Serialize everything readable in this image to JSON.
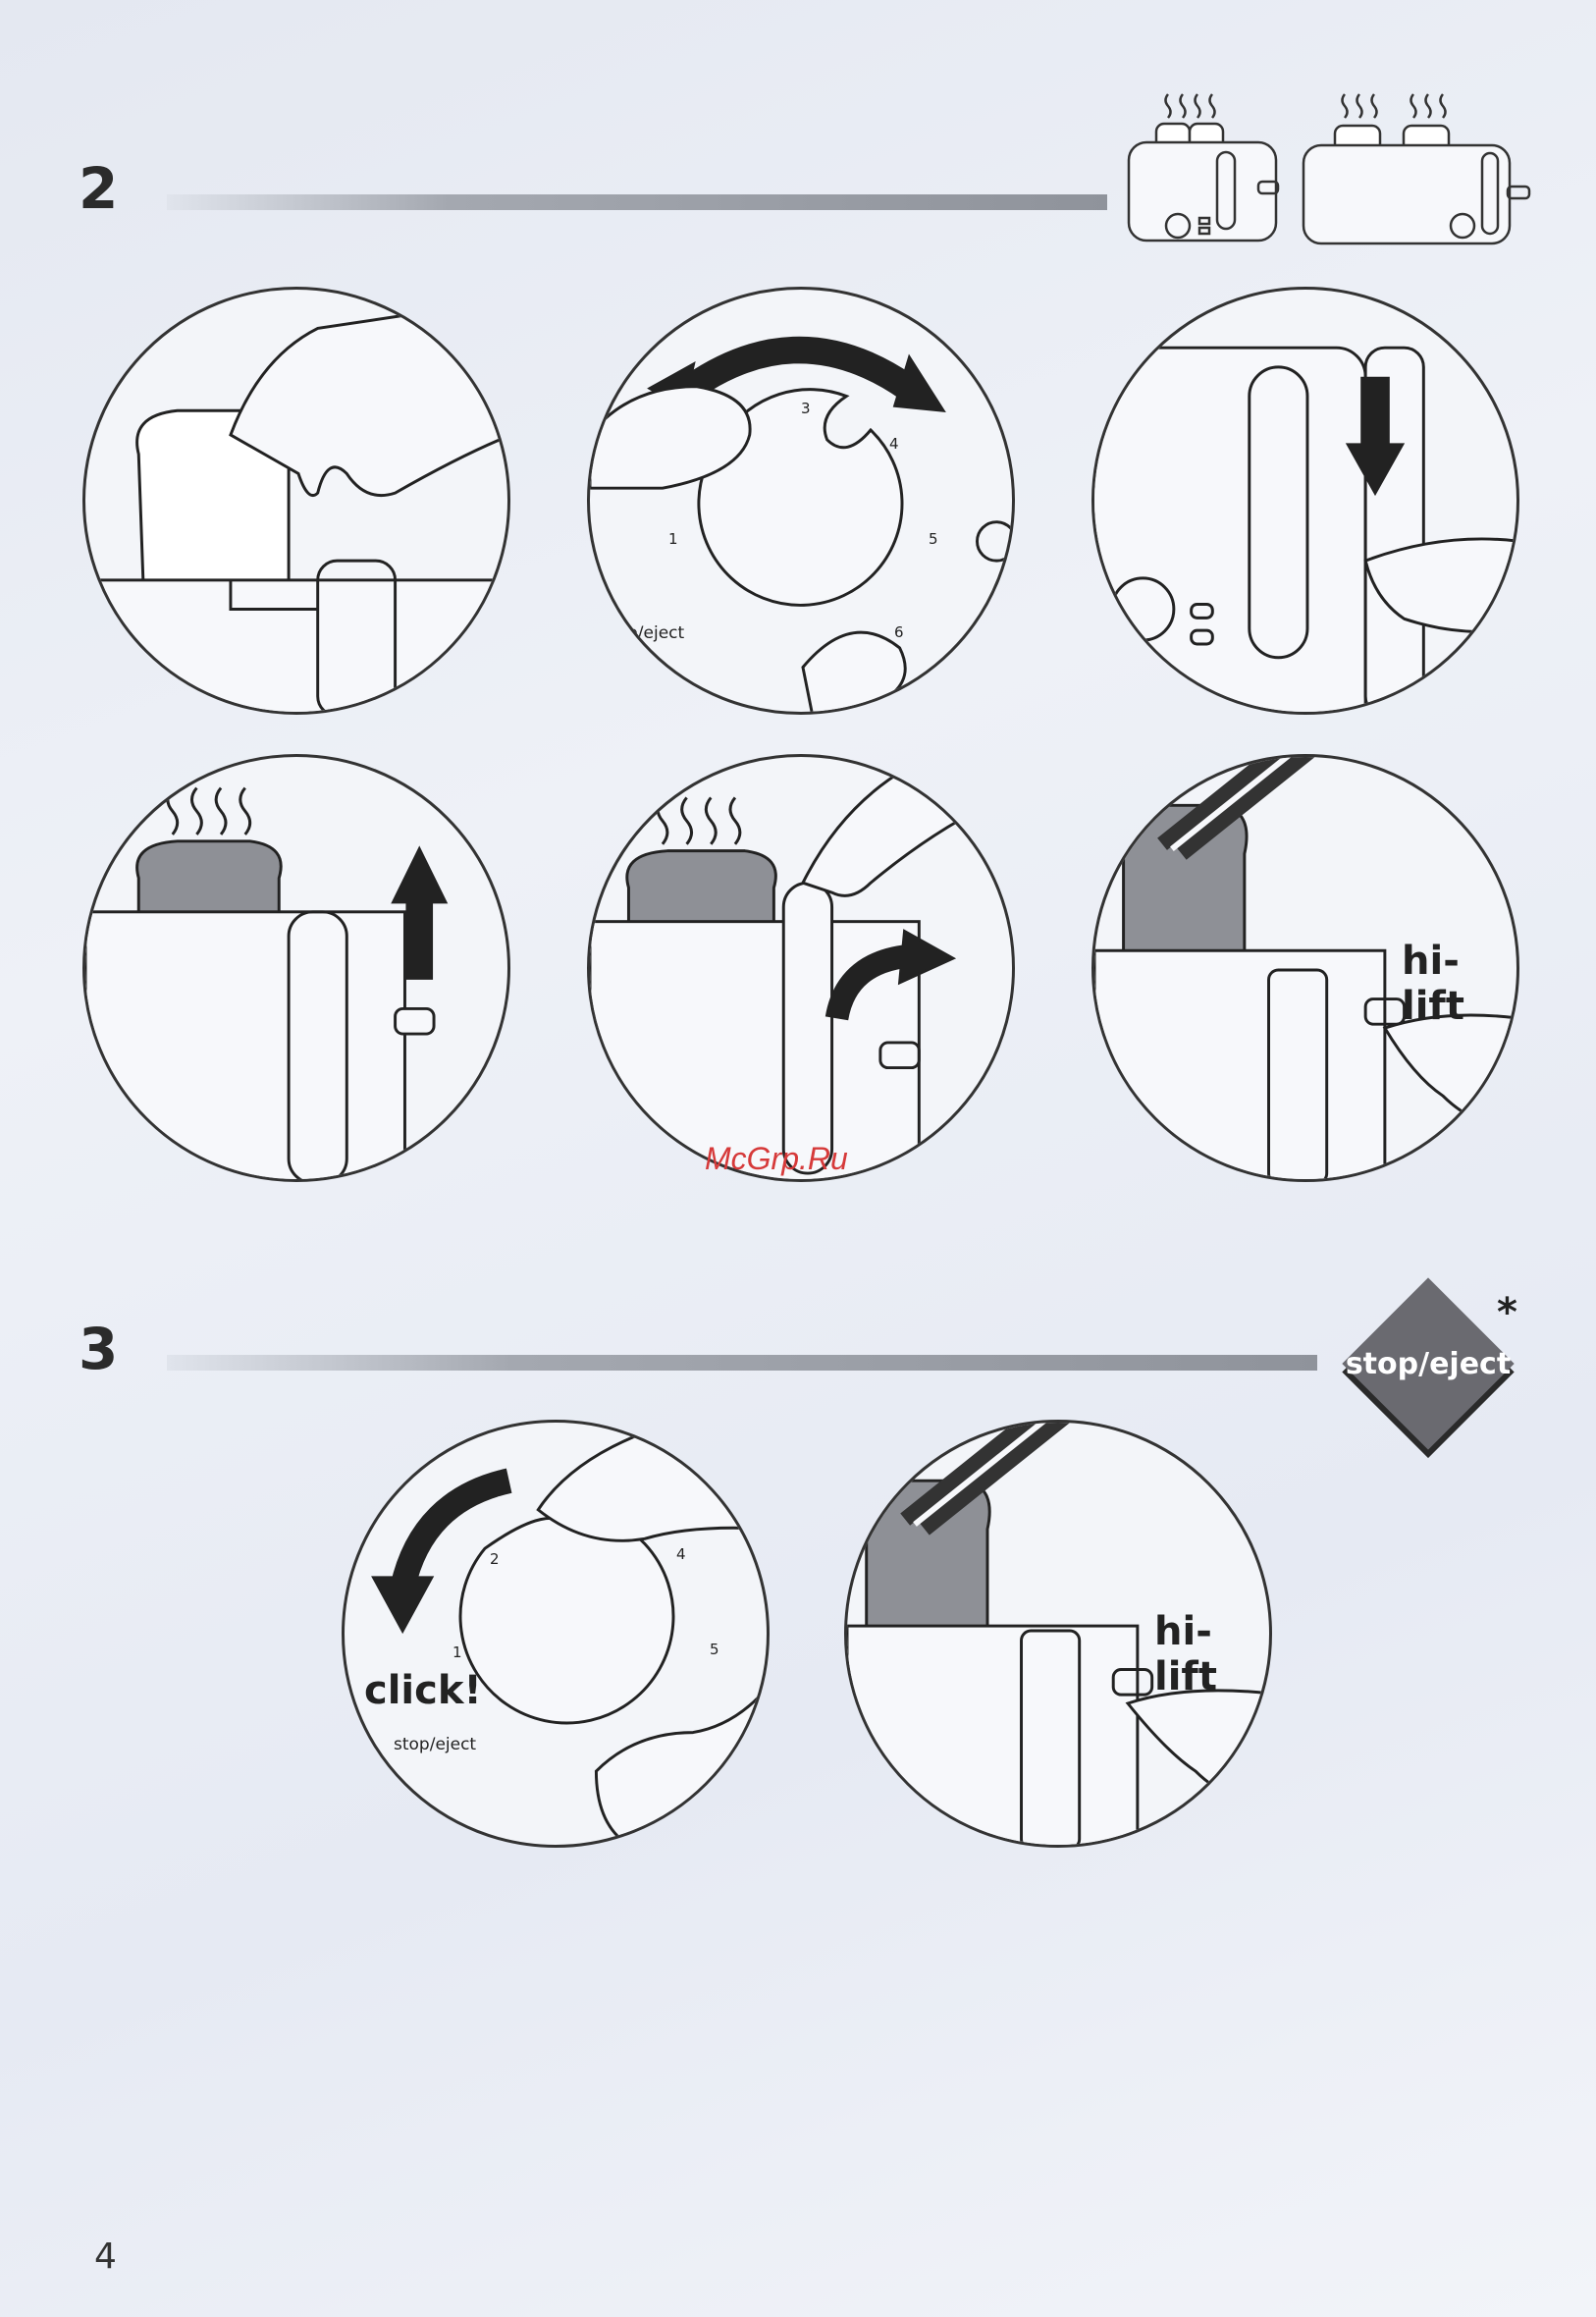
{
  "sections": {
    "step2": {
      "number": "2"
    },
    "step3": {
      "number": "3"
    }
  },
  "panels": {
    "dial": {
      "numbers": [
        "1",
        "3",
        "4",
        "5",
        "6"
      ],
      "partial_label": "p/eject"
    },
    "hilift_top": {
      "label": "hi-lift"
    },
    "dial_stop": {
      "numbers": [
        "1",
        "2",
        "4",
        "5"
      ],
      "click_label": "click!",
      "stop_label": "stop/eject"
    },
    "hilift_bottom": {
      "label": "hi-lift"
    }
  },
  "badge": {
    "text": "stop/eject",
    "asterisk": "*",
    "color": "#6a6a70"
  },
  "watermark": {
    "text": "McGrp.Ru",
    "color": "#d63a3a"
  },
  "page": {
    "number": "4"
  },
  "icons": [
    "toaster-2-slot-icon",
    "toaster-long-slot-icon",
    "arrow-icon",
    "hand-icon",
    "bread-icon",
    "steam-icon",
    "dial-icon",
    "tongs-icon"
  ]
}
